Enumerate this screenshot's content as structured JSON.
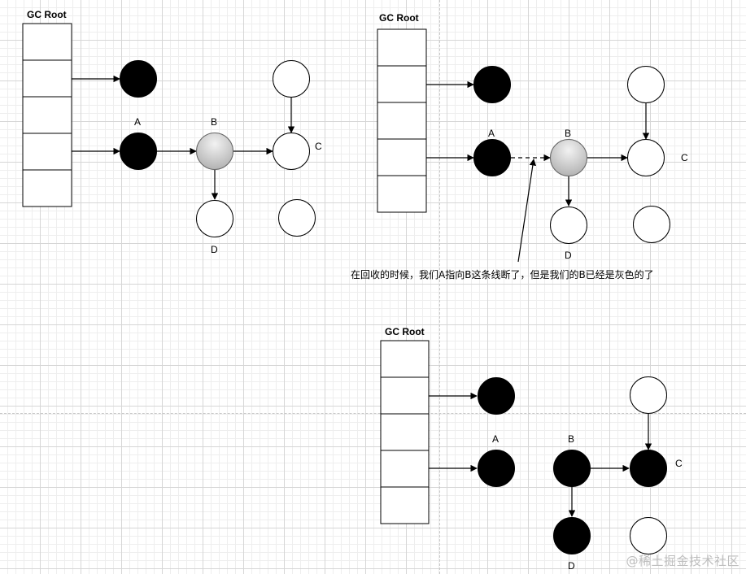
{
  "colors": {
    "black_node": "#000000",
    "white_node": "#ffffff",
    "gray_node_light": "#f2f2f2",
    "gray_node_dark": "#b3b3b3",
    "line": "#000000"
  },
  "panels": [
    {
      "gc_root_label": "GC Root",
      "node_a_label": "A",
      "node_b_label": "B",
      "node_c_label": "C",
      "node_d_label": "D",
      "node_b_state": "gray",
      "node_b_fill": "gray"
    },
    {
      "gc_root_label": "GC Root",
      "node_a_label": "A",
      "node_b_label": "B",
      "node_c_label": "C",
      "node_d_label": "D",
      "node_b_state": "gray",
      "a_to_b_edge": "dashed"
    },
    {
      "gc_root_label": "GC Root",
      "node_a_label": "A",
      "node_b_label": "B",
      "node_c_label": "C",
      "node_d_label": "D",
      "node_b_state": "black"
    }
  ],
  "annotation": "在回收的时候，我们A指向B这条线断了，但是我们的B已经是灰色的了",
  "watermark": "@稀土掘金技术社区"
}
